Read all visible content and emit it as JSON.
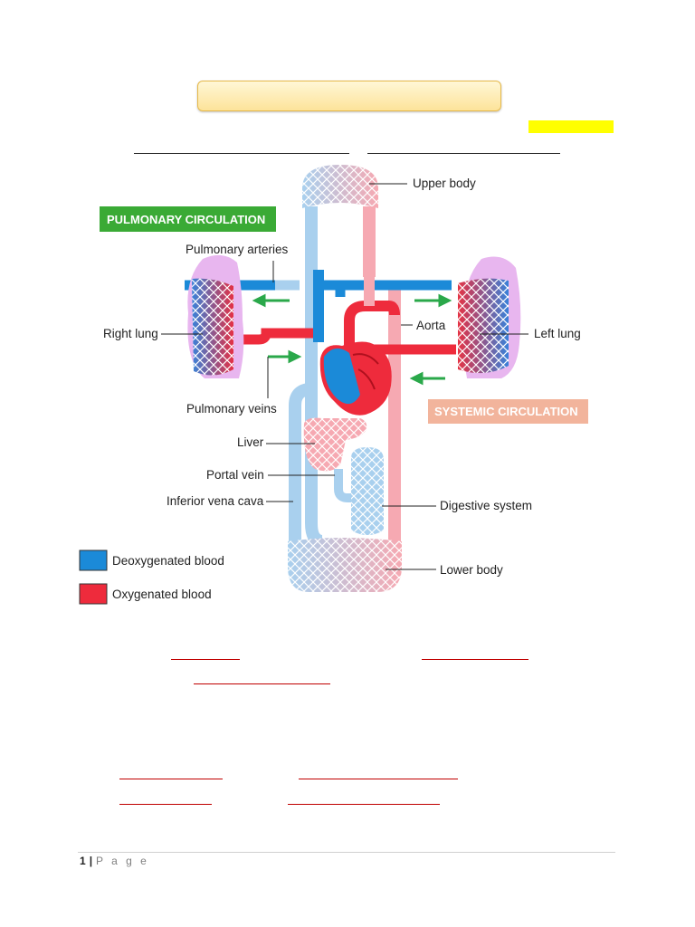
{
  "diagram": {
    "labels": {
      "upper_body": "Upper body",
      "pulmonary_arteries": "Pulmonary arteries",
      "right_lung": "Right lung",
      "left_lung": "Left lung",
      "aorta": "Aorta",
      "pulmonary_veins": "Pulmonary veins",
      "liver": "Liver",
      "portal_vein": "Portal vein",
      "inferior_vena_cava": "Inferior vena cava",
      "digestive_system": "Digestive system",
      "lower_body": "Lower body"
    },
    "pulmonary_circulation": "PULMONARY CIRCULATION",
    "systemic_circulation": "SYSTEMIC CIRCULATION",
    "legend": [
      {
        "label": "Deoxygenated blood",
        "color": "#1b8ad8"
      },
      {
        "label": "Oxygenated blood",
        "color": "#ee2b3c"
      }
    ],
    "colors": {
      "deoxygenated": "#1b8ad8",
      "deoxygenated_light": "#a9d0ee",
      "oxygenated": "#ee2b3c",
      "oxygenated_light": "#f6a9b2",
      "lung": "#e8b6ef",
      "arrow": "#2aa84a",
      "pulmonary_banner": "#3aaa35",
      "systemic_banner": "#f2b49c"
    }
  },
  "footer": {
    "page_number": "1",
    "separator": "|",
    "page_label": "P a g e"
  }
}
